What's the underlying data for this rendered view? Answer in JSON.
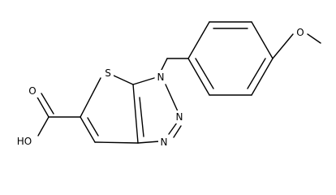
{
  "structure": {
    "atoms": {
      "sulfur": "S",
      "n1": "N",
      "n2": "N",
      "n3": "N",
      "oxygen_carbonyl": "O",
      "hydroxyl": "HO",
      "oxygen_methoxy": "O"
    }
  }
}
